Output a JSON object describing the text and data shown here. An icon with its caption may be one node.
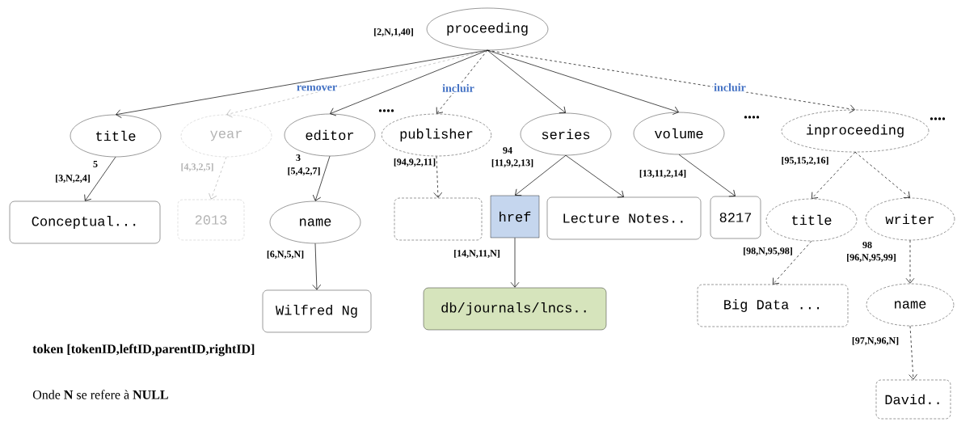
{
  "diagram": {
    "nodes": [
      {
        "text": [
          "proceeding"
        ],
        "beside": [
          "[2,N,1,40]"
        ]
      },
      {
        "text": [
          "title"
        ],
        "beside": [
          "5",
          "[3,N,2,4]"
        ]
      },
      {
        "text": [
          "year"
        ],
        "beside": [
          "[4,3,2,5]"
        ]
      },
      {
        "text": [
          "editor"
        ],
        "beside": [
          "3",
          "[5,4,2,7]"
        ]
      },
      {
        "text": [
          "publisher"
        ],
        "beside": [
          "[94,9,2,11]"
        ]
      },
      {
        "text": [
          "series"
        ],
        "beside": [
          "94",
          "[11,9,2,13]"
        ]
      },
      {
        "text": [
          "volume"
        ],
        "beside": [
          "[13,11,2,14]"
        ]
      },
      {
        "text": [
          "inproceeding"
        ],
        "beside": [
          "[95,15,2,16]"
        ]
      },
      {
        "text": [
          "Conceptual..."
        ]
      },
      {
        "text": [
          "2013"
        ]
      },
      {
        "text": [
          "name"
        ],
        "beside": [
          "[6,N,5,N]"
        ]
      },
      {
        "text": [],
        "shape": "box"
      },
      {
        "text": [
          "href"
        ],
        "beside": [
          "[14,N,11,N]"
        ]
      },
      {
        "text": [
          "Lecture Notes.."
        ]
      },
      {
        "text": [
          "8217"
        ]
      },
      {
        "text": [
          "title"
        ],
        "beside": [
          "[98,N,95,98]"
        ]
      },
      {
        "text": [
          "writer"
        ],
        "beside": [
          "98",
          "[96,N,95,99]"
        ]
      },
      {
        "text": [
          "Wilfred Ng"
        ]
      },
      {
        "text": [
          "db/journals/lncs.."
        ]
      },
      {
        "text": [
          "Big Data ..."
        ]
      },
      {
        "text": [
          "name"
        ],
        "beside": [
          "[97,N,96,N]"
        ]
      },
      {
        "text": [
          "David.."
        ]
      }
    ],
    "edges": [
      {
        "from": 0,
        "to": 1,
        "arrow": "to"
      },
      {
        "from": 0,
        "to": 2,
        "arrow": "to",
        "label": "remover",
        "style": "dashed",
        "color": "#b3b3b3"
      },
      {
        "from": 0,
        "to": 3,
        "arrow": "to"
      },
      {
        "from": 0,
        "to": 4,
        "arrow": "to",
        "label": "incluir",
        "style": "dashed"
      },
      {
        "from": 0,
        "to": 5,
        "arrow": "to"
      },
      {
        "from": 0,
        "to": 6,
        "arrow": "to"
      },
      {
        "from": 0,
        "to": 7,
        "arrow": "to",
        "label": "incluir",
        "style": "dashed"
      },
      {
        "from": 1,
        "to": 8,
        "arrow": "to"
      },
      {
        "from": 2,
        "to": 9,
        "arrow": "to",
        "style": "dashed",
        "color": "#b3b3b3"
      },
      {
        "from": 3,
        "to": 10,
        "arrow": "to"
      },
      {
        "from": 4,
        "to": 11,
        "arrow": "to",
        "style": "dashed"
      },
      {
        "from": 5,
        "to": 12,
        "arrow": "to"
      },
      {
        "from": 5,
        "to": 13,
        "arrow": "to"
      },
      {
        "from": 6,
        "to": 14,
        "arrow": "to"
      },
      {
        "from": 7,
        "to": 15,
        "arrow": "to",
        "style": "dashed"
      },
      {
        "from": 7,
        "to": 16,
        "arrow": "to",
        "style": "dashed"
      },
      {
        "from": 10,
        "to": 17,
        "arrow": "to"
      },
      {
        "from": 12,
        "to": 18,
        "arrow": "to"
      },
      {
        "from": 15,
        "to": 19,
        "arrow": "to",
        "style": "dashed"
      },
      {
        "from": 16,
        "to": 20,
        "arrow": "to",
        "style": "dashed"
      },
      {
        "from": 20,
        "to": 21,
        "arrow": "to",
        "style": "dashed"
      }
    ],
    "labels": [
      "....",
      "....",
      "....",
      "token [tokenID,leftID,parentID,rightID]",
      "Onde **N** se refere à **NULL**"
    ]
  }
}
